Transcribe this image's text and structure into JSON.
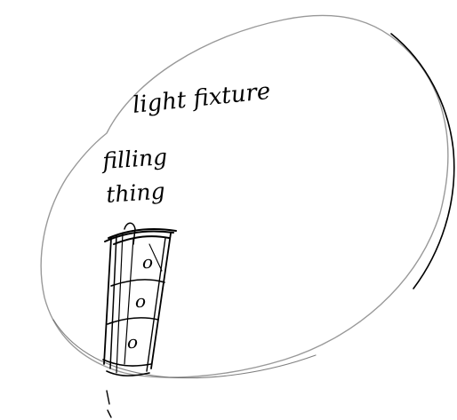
{
  "sketch": {
    "labels": {
      "title": "light fixture",
      "note_line1": "filling",
      "note_line2": "thing"
    },
    "column_marks": [
      "o",
      "o",
      "o"
    ],
    "colors": {
      "ink": "#000000",
      "outline": "#777777",
      "background": "#ffffff"
    }
  }
}
